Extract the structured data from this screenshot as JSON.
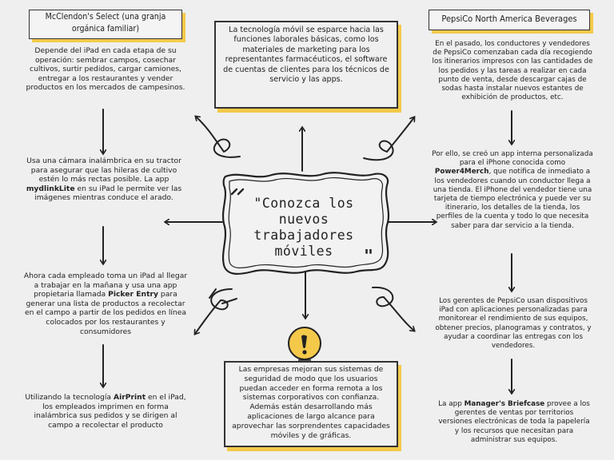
{
  "center": {
    "title_line1": "\"Conozca los nuevos",
    "title_line2": "trabajadores",
    "title_line3": "móviles",
    "close_quote": "\""
  },
  "left": {
    "title": "McClendon's Select (una granja orgánica familiar)",
    "p1": "Depende del iPad en cada etapa de su operación: sembrar campos, cosechar cultivos, surtir pedidos, cargar camiones, entregar a los restaurantes y vender productos en los mercados de campesinos.",
    "p2_pre": "Usa una cámara inalámbrica en su tractor para asegurar que las hileras de cultivo estén lo más rectas posible. La app ",
    "p2_bold": "mydlinkLite",
    "p2_post": " en su iPad le permite ver las imágenes mientras conduce el arado.",
    "p3_pre": "Ahora cada empleado toma un iPad al llegar a trabajar en la mañana y usa una app propietaria llamada ",
    "p3_bold": "Picker Entry",
    "p3_post": " para generar una lista de productos a recolectar en el campo a partir de los pedidos en línea colocados por los restaurantes y consumidores",
    "p4_pre": "Utilizando la tecnología ",
    "p4_bold": "AirPrint",
    "p4_post": " en el iPad, los empleados imprimen en forma inalámbrica sus pedidos y se dirigen al campo a recolectar el producto"
  },
  "top": {
    "text": "La tecnología móvil se esparce hacia las funciones laborales básicas, como los materiales de marketing para los representantes farmacéuticos, el software de cuentas de clientes para los técnicos de servicio y las apps."
  },
  "bottom": {
    "text": "Las empresas mejoran sus sistemas de seguridad de modo que los usuarios puedan acceder en forma remota a los sistemas corporativos con confianza. Además están desarrollando más aplicaciones de largo alcance para aprovechar las sorprendentes capacidades móviles y de gráficas.",
    "icon_glyph": "!"
  },
  "right": {
    "title": "PepsiCo North America Beverages",
    "p1": "En el pasado, los conductores y vendedores de PepsiCo comenzaban cada día recogiendo los itinerarios impresos con las cantidades de los pedidos y las tareas a realizar en cada punto de venta, desde descargar cajas de sodas hasta instalar nuevos estantes de exhibición de productos, etc.",
    "p2_pre": "Por ello, se creó un app interna personalizada para el iPhone conocida como ",
    "p2_bold": "Power4Merch",
    "p2_post": ", que notifica de inmediato a los vendedores cuando un conductor llega a una tienda. El iPhone del vendedor tiene una tarjeta de tiempo electrónica y puede ver su itinerario, los detalles de la tienda, los perfiles de la cuenta y todo lo que necesita saber para dar servicio a la tienda.",
    "p3": "Los gerentes de PepsiCo usan dispositivos iPad con aplicaciones personalizadas para monitorear el rendimiento de sus equipos, obtener precios, planogramas y contratos, y ayudar a coordinar las entregas con los vendedores.",
    "p4_pre": "La app ",
    "p4_bold": "Manager's Briefcase",
    "p4_post": " provee a los gerentes de ventas por territorios versiones electrónicas de toda la papelería y los recursos que necesitan para administrar sus equipos."
  },
  "colors": {
    "accent": "#f4c94a",
    "ink": "#222222",
    "background": "#efefef"
  }
}
